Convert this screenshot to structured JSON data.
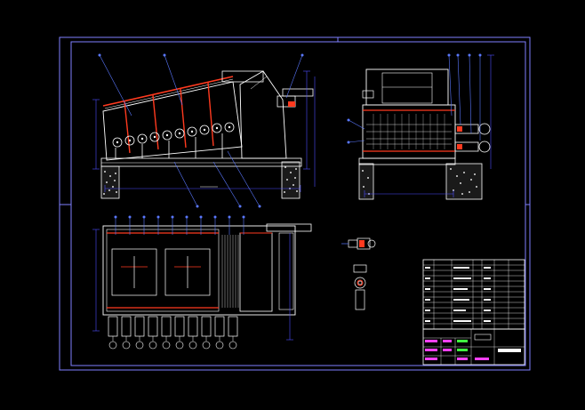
{
  "drawing": {
    "background": "#000000",
    "colors": {
      "frame": "#7f7fff",
      "outline": "#ffffff",
      "dimension": "#4d4dff",
      "accent": "#ff3a1f",
      "leader": "#5a78ff",
      "hatch": "#d8d8d8",
      "title_block_text": "#ff40ff",
      "title_block_alt": "#40ff40"
    },
    "views": {
      "front": "front-elevation",
      "side": "side-elevation",
      "plan": "plan-view",
      "details": "detail-views"
    },
    "title_block": {
      "rows": 12,
      "columns": 7
    }
  }
}
